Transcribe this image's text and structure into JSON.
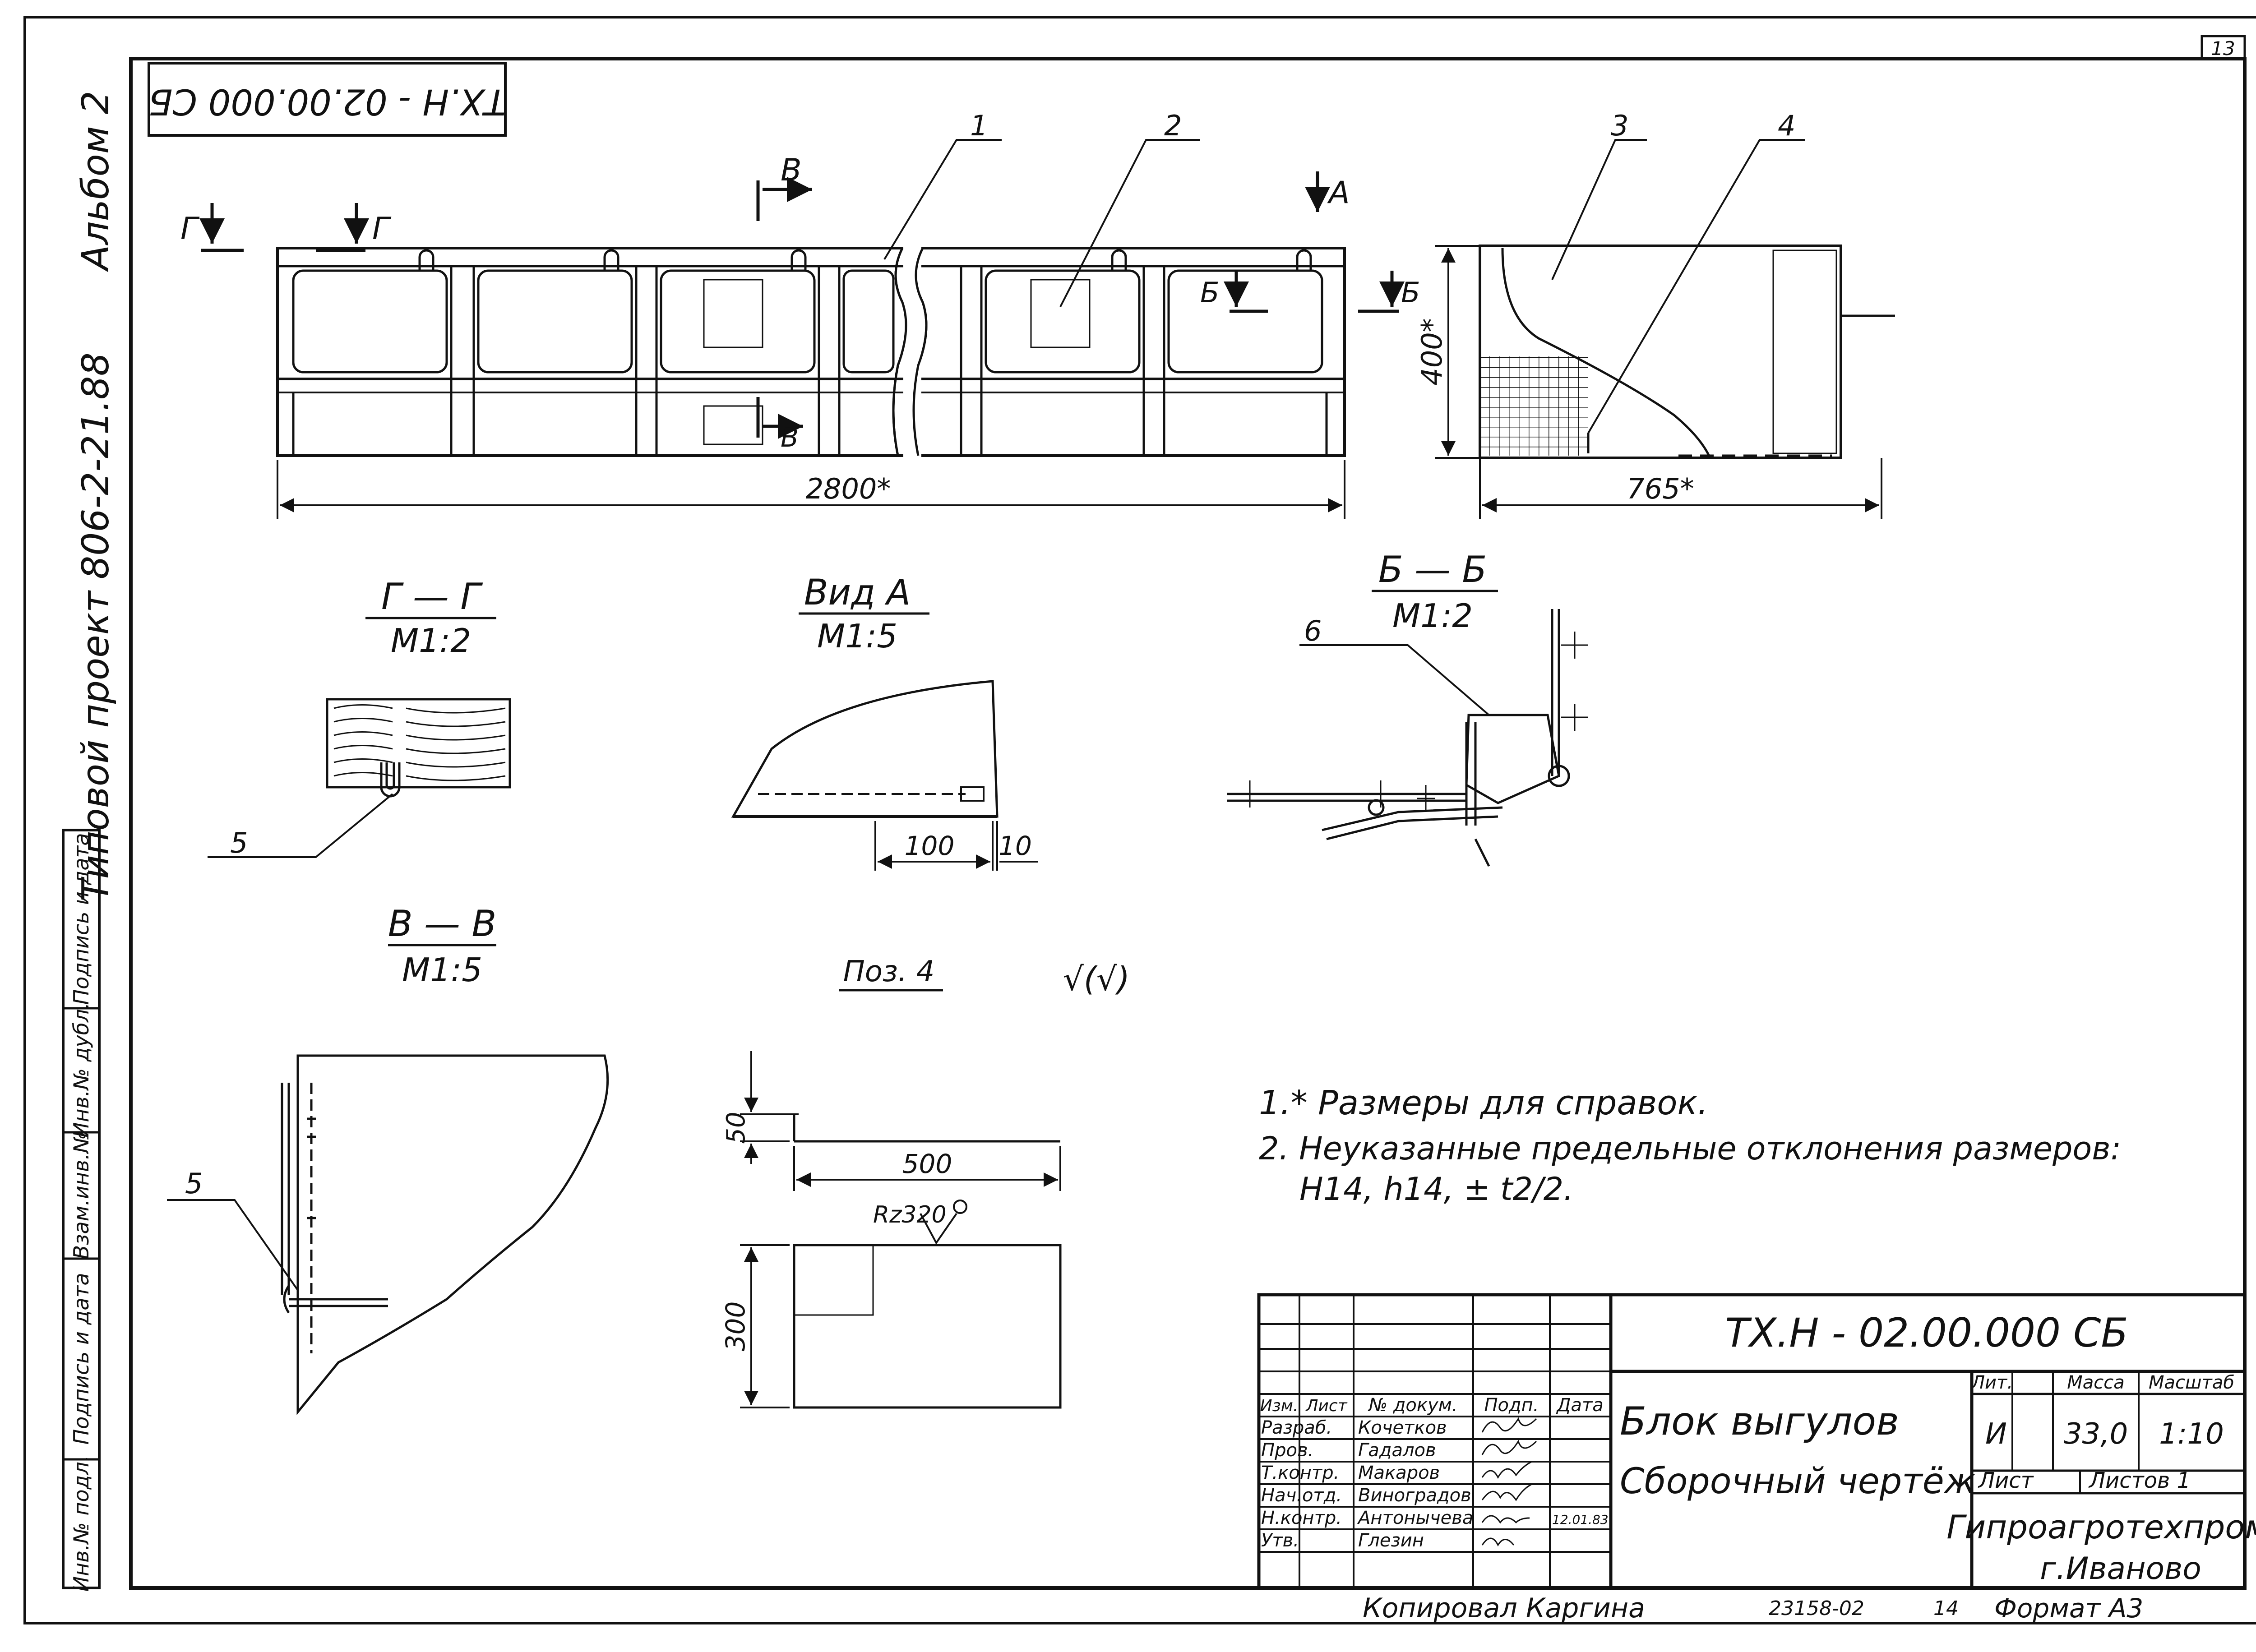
{
  "sheet": {
    "number": "13",
    "code_stamp": "ТХ.Н - 02.00.000 СБ"
  },
  "left_margin": {
    "album": "Альбом 2",
    "project": "Типовой проект 806-2-21.88",
    "cells": [
      "Подпись и дата",
      "Инв.№ дубл.",
      "Взам.инв.№",
      "Подпись и дата",
      "Инв.№ подл."
    ]
  },
  "main_view": {
    "callouts": [
      "1",
      "2"
    ],
    "section_marks": {
      "b": "Б",
      "v": "В",
      "g": "Г",
      "a": "А"
    },
    "length_dim": "2800*"
  },
  "side_view": {
    "callouts": [
      "3",
      "4"
    ],
    "height_dim": "400*",
    "width_dim": "765*"
  },
  "sections": {
    "gg": {
      "title": "Г — Г",
      "scale": "М1:2",
      "callout": "5"
    },
    "vid_a": {
      "title": "Вид А",
      "scale": "М1:5",
      "dims": [
        "100",
        "10"
      ]
    },
    "bb": {
      "title": "Б — Б",
      "scale": "М1:2",
      "callout": "6"
    },
    "vv": {
      "title": "В — В",
      "scale": "М1:5",
      "callout": "5"
    },
    "poz4": {
      "title": "Поз. 4",
      "surface_mark": "√(√)",
      "dims": {
        "height": "50",
        "length": "500",
        "width": "300"
      },
      "roughness": "Rz320"
    }
  },
  "notes": [
    "1.* Размеры для справок.",
    "2. Неуказанные предельные отклонения размеров:",
    "H14, h14, ± t2/2."
  ],
  "title_block": {
    "code": "ТХ.Н - 02.00.000 СБ",
    "name": "Блок выгулов",
    "doc_type": "Сборочный чертёж",
    "headers": {
      "izm": "Изм.",
      "list": "Лист",
      "doc": "№ докум.",
      "sign": "Подп.",
      "date": "Дата"
    },
    "roles": [
      {
        "role": "Разраб.",
        "name": "Кочетков"
      },
      {
        "role": "Пров.",
        "name": "Гадалов"
      },
      {
        "role": "Т.контр.",
        "name": "Макаров"
      },
      {
        "role": "Нач.отд.",
        "name": "Виноградов"
      },
      {
        "role": "Н.контр.",
        "name": "Антонычева"
      },
      {
        "role": "Утв.",
        "name": "Глезин"
      }
    ],
    "date_value": "12.01.83",
    "lit_header": "Лит.",
    "mass_header": "Масса",
    "scale_header": "Масштаб",
    "lit": "И",
    "mass": "33,0",
    "scale": "1:10",
    "sheet_label": "Лист",
    "sheets_label": "Листов 1",
    "org": "Гипроагротехпром",
    "city": "г.Иваново"
  },
  "footer": {
    "copied": "Копировал Каргина",
    "inventory": "23158-02",
    "page": "14",
    "format": "Формат А3"
  }
}
